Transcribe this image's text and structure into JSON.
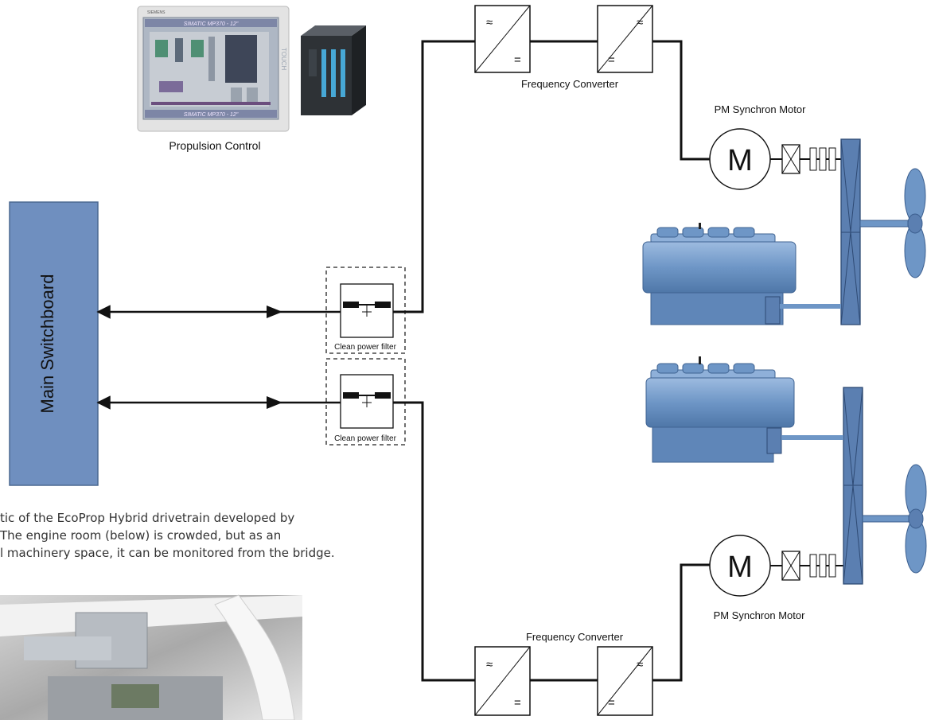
{
  "labels": {
    "main_switchboard": "Main Switchboard",
    "propulsion_control": "Propulsion Control",
    "frequency_converter_top": "Frequency Converter",
    "frequency_converter_bottom": "Frequency Converter",
    "pm_motor_top": "PM Synchron Motor",
    "pm_motor_bottom": "PM Synchron Motor",
    "clean_filter_top": "Clean power filter",
    "clean_filter_bottom": "Clean power filter",
    "motor_symbol": "M",
    "converter_ac_symbol": "≈",
    "converter_dc_symbol": "="
  },
  "hmi_screen": {
    "title_top": "SIMATIC MP370 - 12\"",
    "title_bottom": "SIMATIC MP370 - 12\"",
    "brand": "SIEMENS",
    "side_text": "TOUCH"
  },
  "caption": {
    "line1": "tic of the EcoProp Hybrid drivetrain developed by",
    "line2": "The engine room (below) is crowded, but as an",
    "line3": "l machinery space, it can be monitored from the bridge."
  },
  "colors": {
    "switchboard": "#6f8fbf",
    "engine": "#6e96c6",
    "gearbox": "#5b7fb1",
    "line": "#111111"
  }
}
